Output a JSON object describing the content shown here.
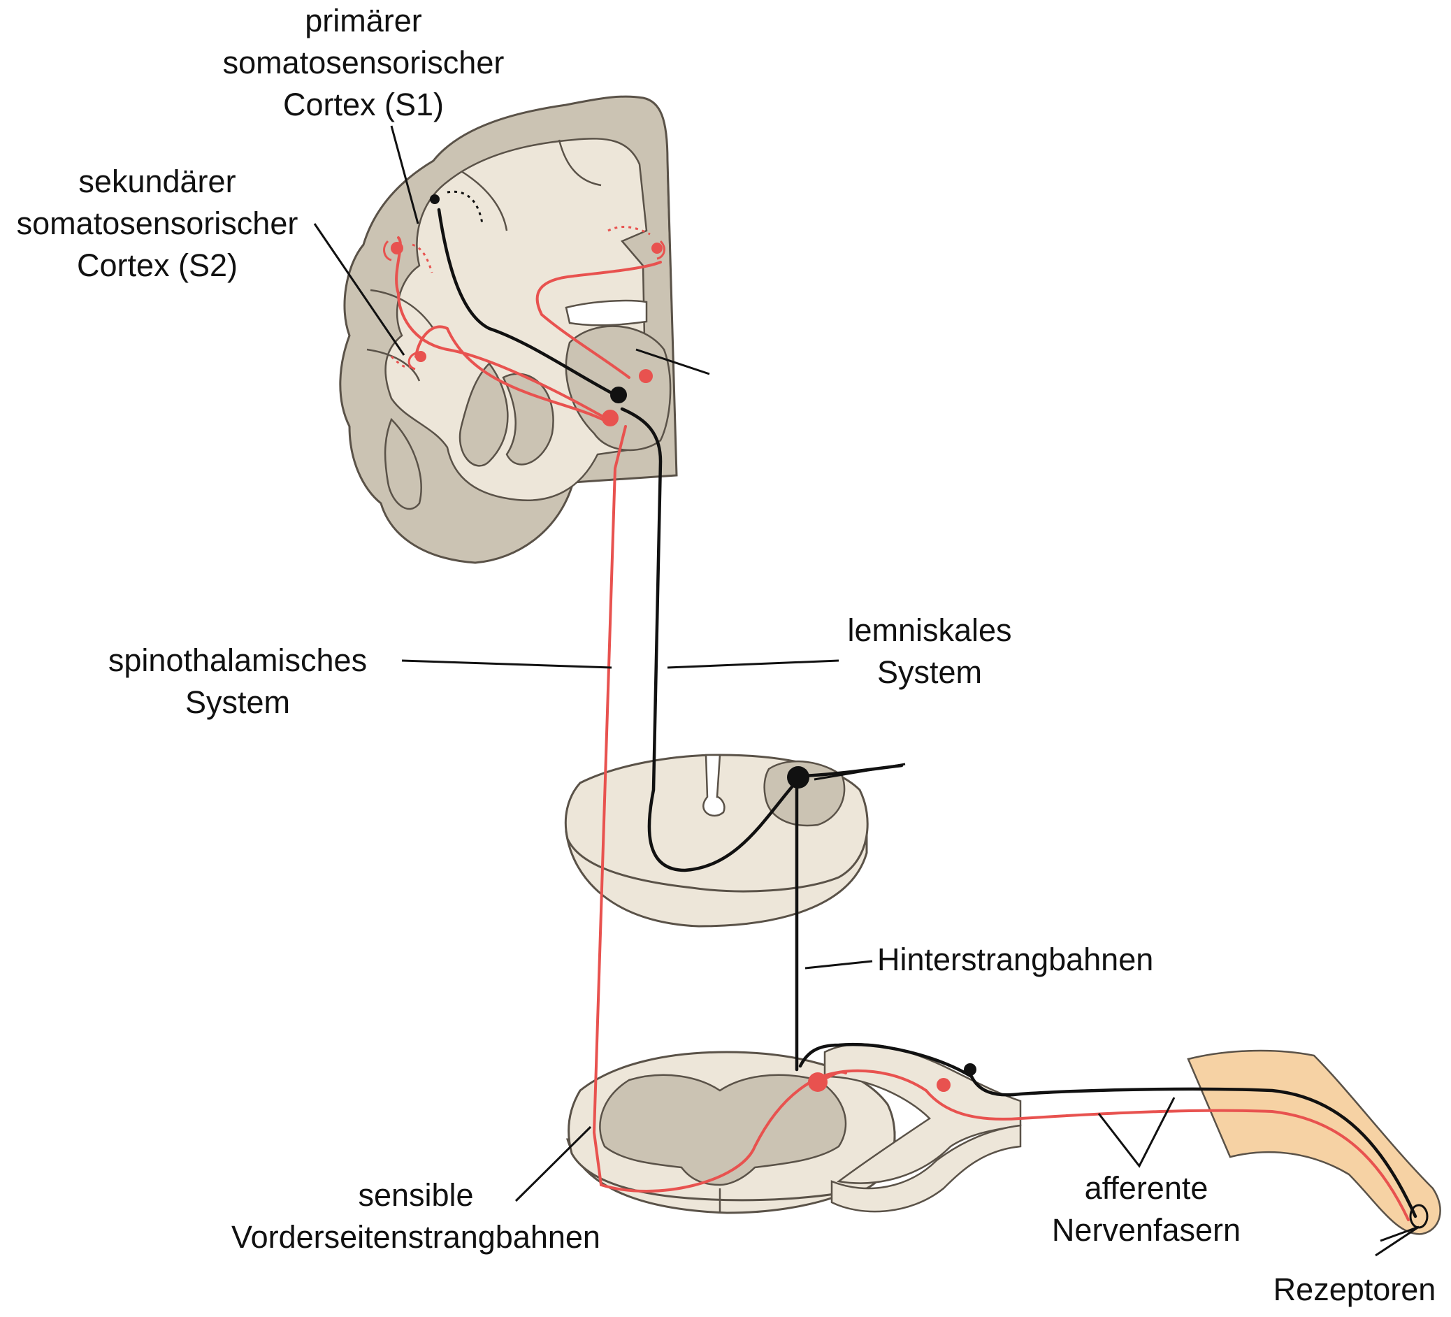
{
  "labels": {
    "s1": [
      "primärer",
      "somatosensorischer",
      "Cortex (S1)"
    ],
    "s2": [
      "sekundärer",
      "somatosensorischer",
      "Cortex (S2)"
    ],
    "spinothalamic": [
      "spinothalamisches",
      "System"
    ],
    "lemniscal": [
      "lemniskales",
      "System"
    ],
    "dorsal_column": "Hinterstrangbahnen",
    "anterolateral": [
      "sensible",
      "Vorderseitenstrangbahnen"
    ],
    "afferent": [
      "afferente",
      "Nervenfasern"
    ],
    "receptors": "Rezeptoren"
  },
  "colors": {
    "tissue_light": "#ede6d9",
    "tissue_dark": "#cbc3b3",
    "outline": "#5a5248",
    "lemniscal_path": "#111111",
    "spinothalamic_path": "#e8524f",
    "skin": "#f6d2a4"
  }
}
